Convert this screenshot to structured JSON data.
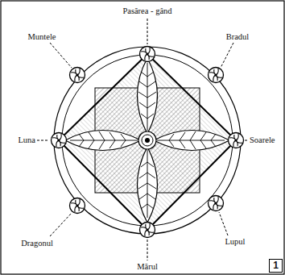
{
  "diagram": {
    "labels": [
      "Pasărea - gând",
      "Muntele",
      "Bradul",
      "Luna",
      "Soarele",
      "Dragonul",
      "Lupul",
      "Mărul",
      "1"
    ]
  }
}
